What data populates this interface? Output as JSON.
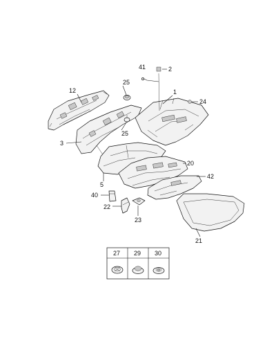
{
  "callouts": {
    "c41": "41",
    "c2": "2",
    "c1": "1",
    "c24": "24",
    "c12": "12",
    "c25a": "25",
    "c25b": "25",
    "c3": "3",
    "c20": "20",
    "c42": "42",
    "c5": "5",
    "c40": "40",
    "c22": "22",
    "c23": "23",
    "c21": "21"
  },
  "legend": {
    "headers": [
      "27",
      "29",
      "30"
    ]
  }
}
